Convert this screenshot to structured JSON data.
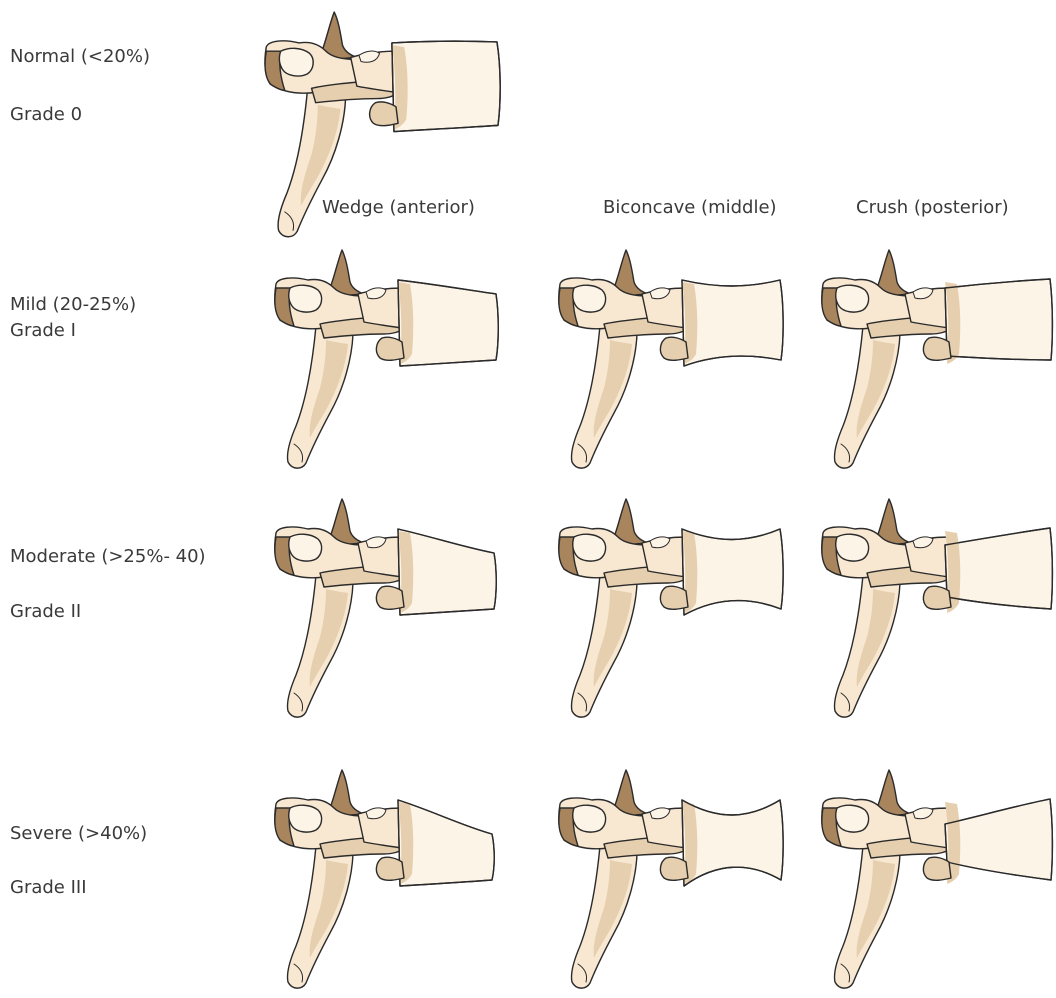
{
  "rows": [
    {
      "label": "Normal (<20%)",
      "grade": "Grade 0"
    },
    {
      "label": "Mild (20-25%)",
      "grade": "Grade I"
    },
    {
      "label": "Moderate (>25%- 40)",
      "grade": "Grade II"
    },
    {
      "label": "Severe (>40%)",
      "grade": "Grade III"
    }
  ],
  "columns": [
    {
      "label": "Wedge (anterior)"
    },
    {
      "label": "Biconcave (middle)"
    },
    {
      "label": "Crush (posterior)"
    }
  ],
  "colors": {
    "bone": "#f8e8d2",
    "bone_light": "#fdf4e8",
    "bone_shade": "#e6cfae",
    "bone_dark": "#a9855e",
    "outline": "#2b2b2b",
    "text": "#3a3a3a"
  }
}
